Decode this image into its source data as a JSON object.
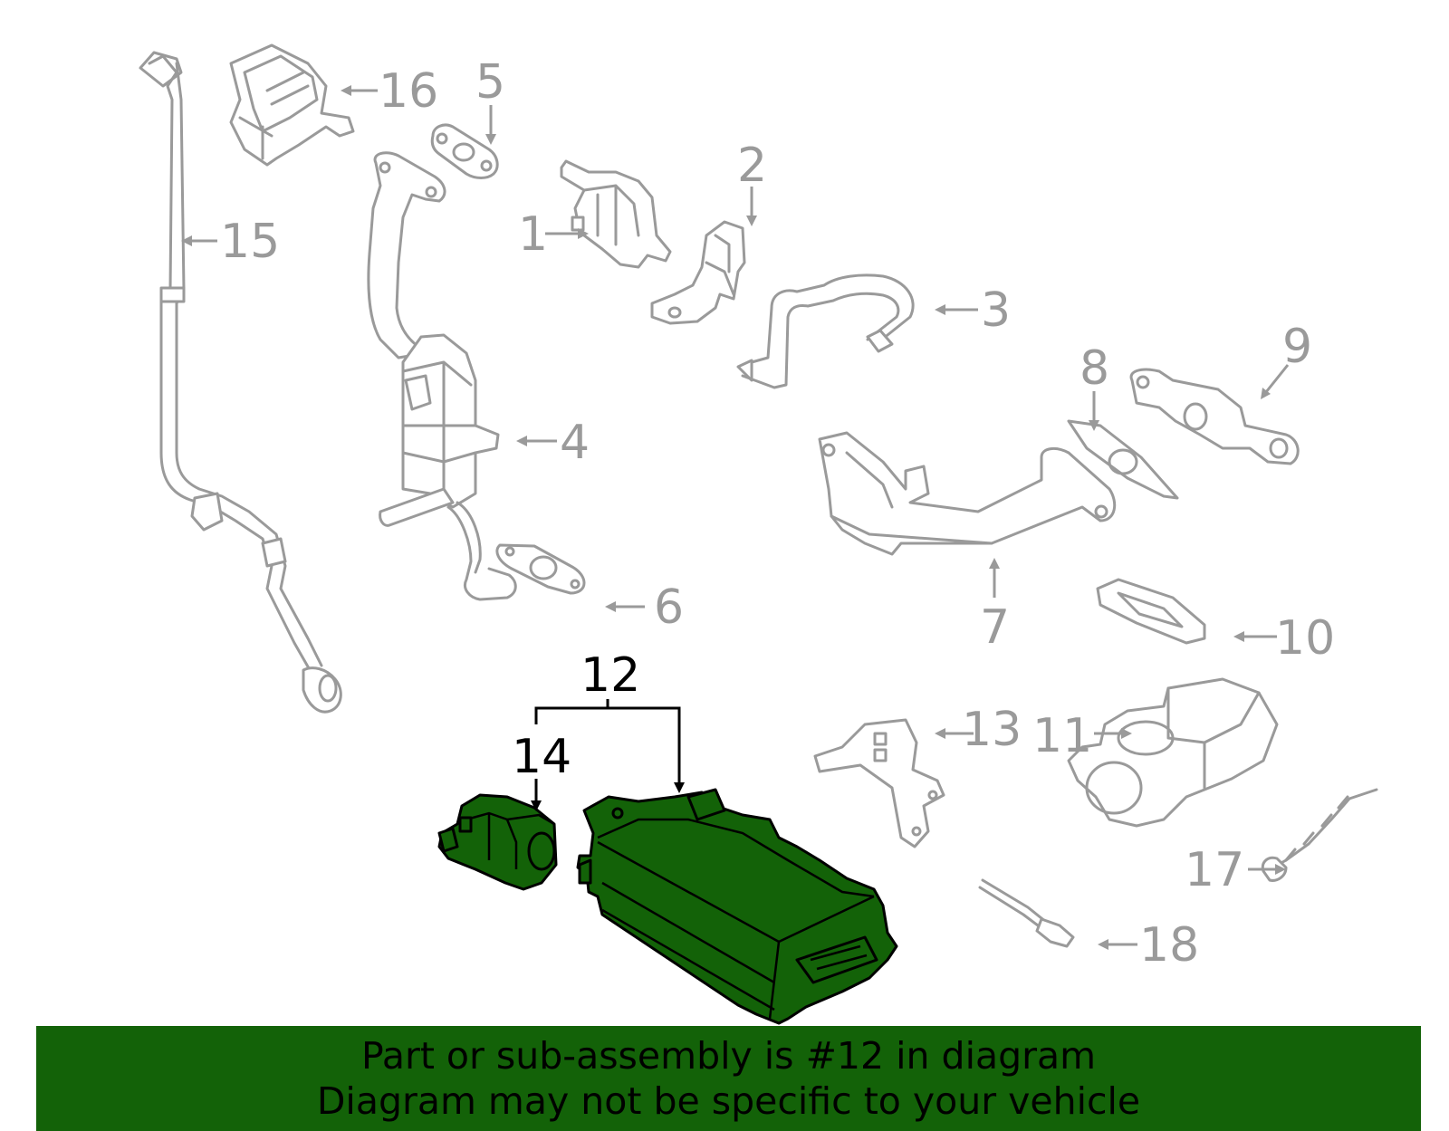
{
  "diagram": {
    "callouts": {
      "c1": "1",
      "c2": "2",
      "c3": "3",
      "c4": "4",
      "c5": "5",
      "c6": "6",
      "c7": "7",
      "c8": "8",
      "c9": "9",
      "c10": "10",
      "c11": "11",
      "c12": "12",
      "c13": "13",
      "c14": "14",
      "c15": "15",
      "c16": "16",
      "c17": "17",
      "c18": "18"
    },
    "highlight_color": "#136208",
    "line_color": "#9a9a9a"
  },
  "banner": {
    "line1": "Part or sub-assembly is #12 in diagram",
    "line2": "Diagram may not be specific to your vehicle"
  }
}
